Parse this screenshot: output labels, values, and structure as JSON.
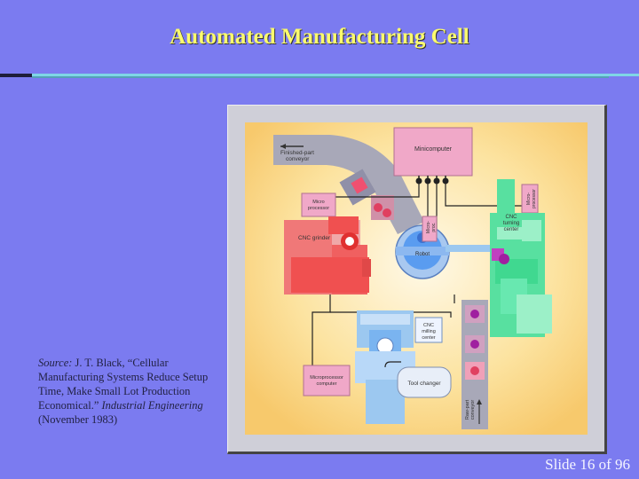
{
  "slide": {
    "title": "Automated Manufacturing Cell",
    "slide_number": "Slide 16 of 96"
  },
  "source": {
    "label": "Source:",
    "text1": " J. T. Black, “Cellular Manufacturing Systems Reduce Setup Time, Make Small Lot Production Economical.” ",
    "journal": "Industrial Engineering",
    "text2": " (November 1983)"
  },
  "diagram": {
    "labels": {
      "finished_part_conveyor_1": "Finished-part",
      "finished_part_conveyor_2": "conveyor",
      "minicomputer": "Minicomputer",
      "micro_processor_1": "Micro",
      "micro_processor_2": "processor",
      "micro_vertical_top": "Micro-",
      "micro_vertical_bottom": "processor",
      "micro_vertical_robot_1": "Micro-",
      "micro_vertical_robot_2": "proc.",
      "cnc_grinder": "CNC grinder",
      "robot": "Robot",
      "cnc_turning_1": "CNC",
      "cnc_turning_2": "turning",
      "cnc_turning_3": "center",
      "cnc_milling_1": "CNC",
      "cnc_milling_2": "milling",
      "cnc_milling_3": "center",
      "microprocessor_computer_1": "Microprocessor",
      "microprocessor_computer_2": "computer",
      "tool_changer": "Tool changer",
      "raw_part_1": "Raw-part",
      "raw_part_2": "conveyor"
    }
  },
  "colors": {
    "background": "#7b7bf0",
    "title": "#fbfb6e",
    "canvas": "#f9d98a",
    "minicomputer": "#f0a8c8",
    "grinder": "#f05a5a",
    "turning": "#58e0a0",
    "milling": "#9cc8f0",
    "robot": "#5a9cf0"
  }
}
